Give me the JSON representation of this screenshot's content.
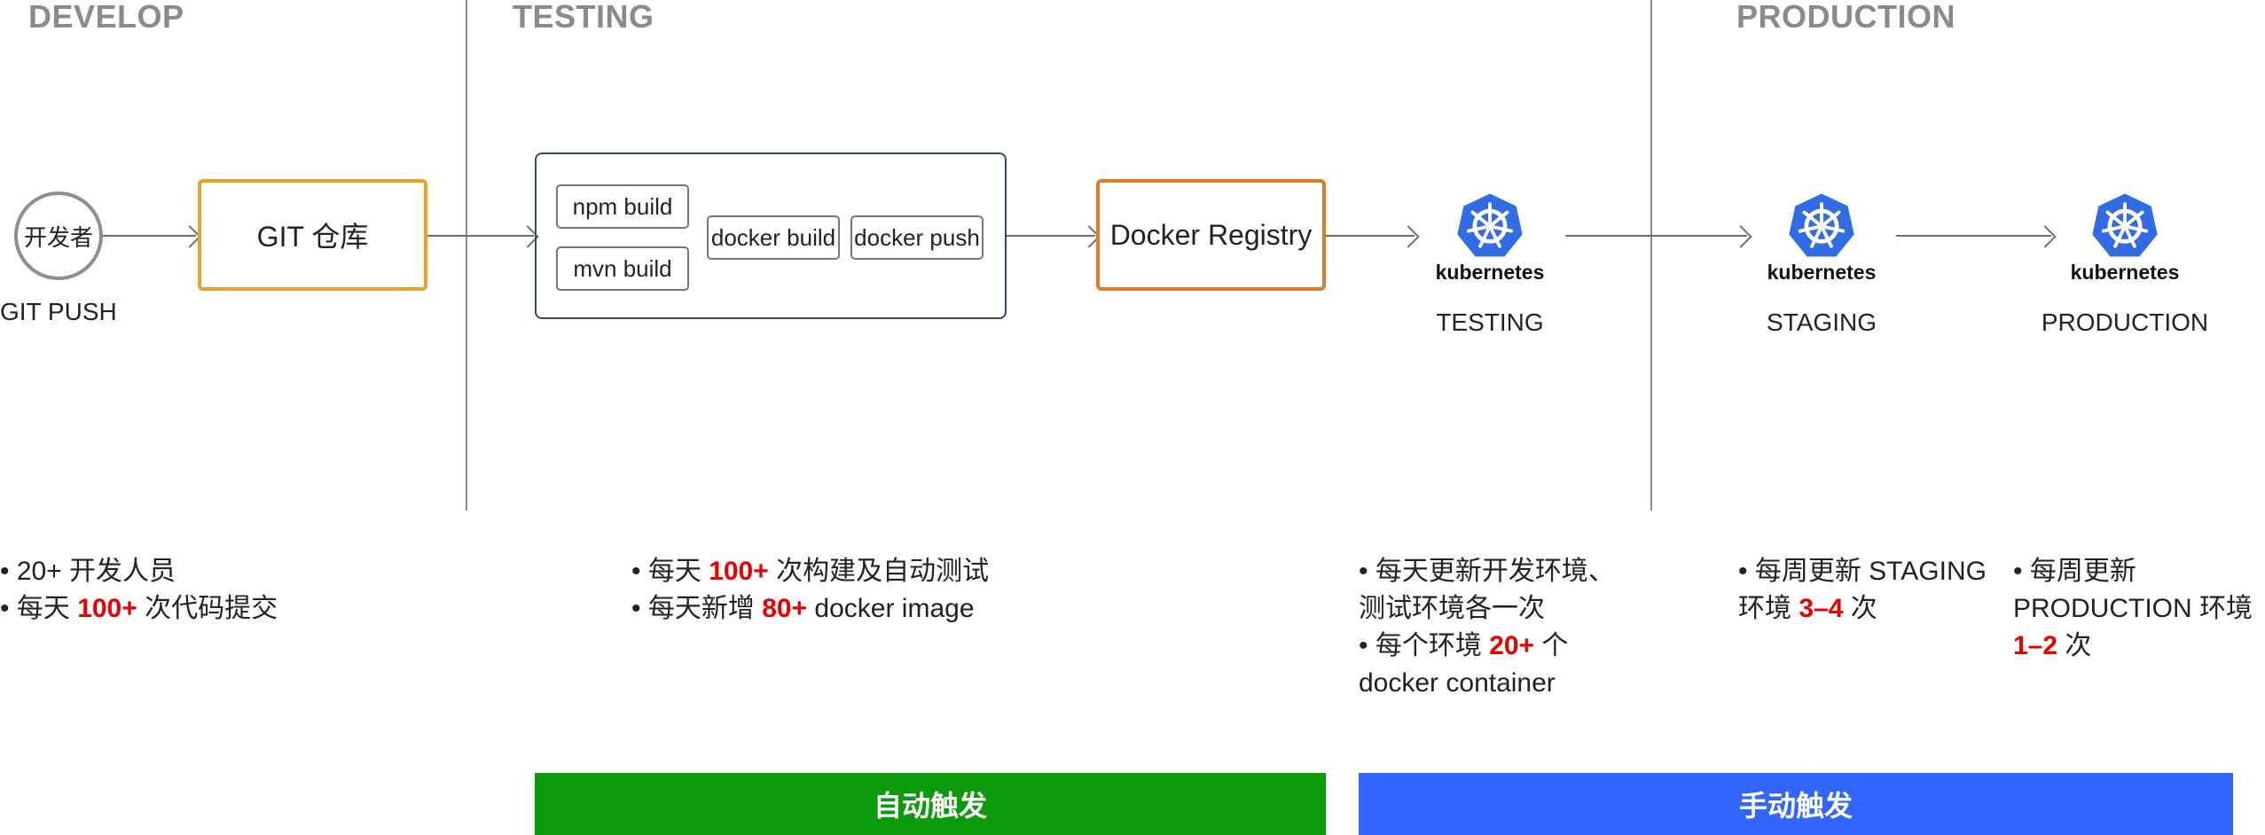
{
  "stages": {
    "develop": "DEVELOP",
    "testing": "TESTING",
    "production": "PRODUCTION"
  },
  "developer": {
    "circle_label": "开发者",
    "caption": "GIT PUSH"
  },
  "git_repo": {
    "label": "GIT 仓库"
  },
  "pipeline": {
    "npm_build": "npm build",
    "mvn_build": "mvn build",
    "docker_build": "docker build",
    "docker_push": "docker push"
  },
  "registry": {
    "label": "Docker Registry"
  },
  "k8s_word": "kubernetes",
  "environments": {
    "testing": "TESTING",
    "staging": "STAGING",
    "production": "PRODUCTION"
  },
  "notes": {
    "develop": {
      "l1": "• 20+ 开发人员",
      "l2_pre": "• 每天 ",
      "l2_hl": "100+",
      "l2_post": " 次代码提交"
    },
    "testing": {
      "l1_pre": "• 每天 ",
      "l1_hl": "100+",
      "l1_post": " 次构建及自动测试",
      "l2_pre": "• 每天新增 ",
      "l2_hl": "80+",
      "l2_post": " docker image"
    },
    "k8s_testing": {
      "l1": "• 每天更新开发环境、",
      "l2": "测试环境各一次",
      "l3_pre": "• 每个环境 ",
      "l3_hl": "20+",
      "l3_post": " 个",
      "l4": "docker container"
    },
    "staging": {
      "l1": "• 每周更新 STAGING",
      "l2_pre": "环境 ",
      "l2_hl": "3–4",
      "l2_post": " 次"
    },
    "production": {
      "l1": "• 每周更新",
      "l2": "PRODUCTION 环境",
      "l3_hl": "1–2",
      "l3_post": " 次"
    }
  },
  "bars": {
    "auto": "自动触发",
    "manual": "手动触发"
  },
  "colors": {
    "orange_border": "#e8a22a",
    "registry_border": "#e07b2a",
    "pipeline_border": "#2a4a7a",
    "k8s_blue": "#326ce5",
    "highlight": "#e60000",
    "bar_auto": "#0a9a0a",
    "bar_manual": "#3366ff"
  },
  "icons": {
    "kubernetes": "kubernetes-helm-wheel-icon"
  }
}
